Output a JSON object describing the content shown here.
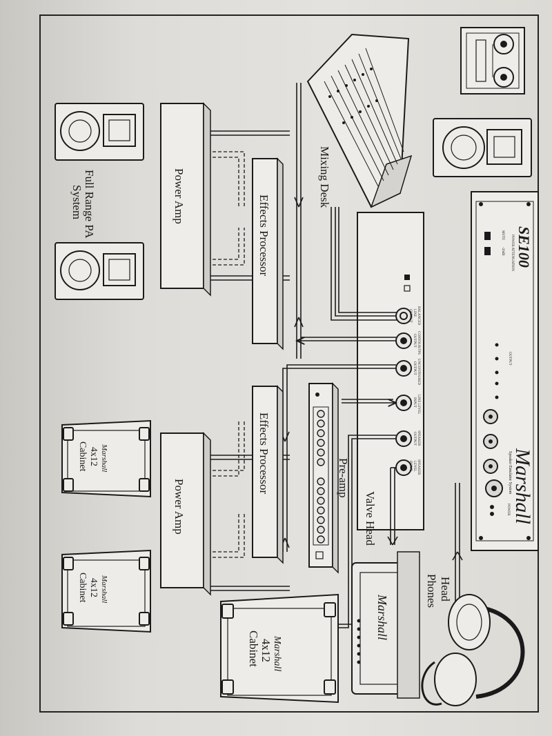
{
  "colors": {
    "paper": "#e2e0dc",
    "ink": "#1a1a1a"
  },
  "labels": {
    "mixing_desk": "Mixing Desk",
    "pa_line1": "Full Range PA",
    "pa_line2": "System",
    "power_amp_top": "Power Amp",
    "power_amp_bottom": "Power Amp",
    "effects_top": "Effects Processor",
    "effects_bottom": "Effects Processor",
    "pre_amp": "Pre-amp",
    "valve_head": "Valve Head",
    "head_phones_1": "Head",
    "head_phones_2": "Phones",
    "se100_brand": "SE100",
    "marshall_script": "Marshall",
    "se100_subtitle": "Speaker Emulator System",
    "cab_a_1": "4x12",
    "cab_a_2": "Cabinet",
    "cab_b_1": "4x12",
    "cab_b_2": "Cabinet",
    "cab_c_1": "4x12",
    "cab_c_2": "Cabinet",
    "cab_logo": "Marshall"
  },
  "jacks": [
    {
      "l1": "BALANCED",
      "l2": "LINE",
      "l3": "OUTPUT"
    },
    {
      "l1": "CONTOUR/TPS",
      "l2": "OUTPUT",
      "l3": ""
    },
    {
      "l1": "UNCONTOURED",
      "l2": "OUTPUT",
      "l3": ""
    },
    {
      "l1": "LINE LEVEL",
      "l2": "INPUT",
      "l3": ""
    },
    {
      "l1": "SPEAKER",
      "l2": "OUTPUT",
      "l3": ""
    },
    {
      "l1": "SPEAKER",
      "l2": "LEVEL",
      "l3": "INPUT"
    }
  ],
  "se100_controls": {
    "power_attenuation": "POWER ATTENUATION",
    "mute": "MUTE",
    "db": "-20dB",
    "power": "POWER",
    "output": "OUTPUT"
  }
}
